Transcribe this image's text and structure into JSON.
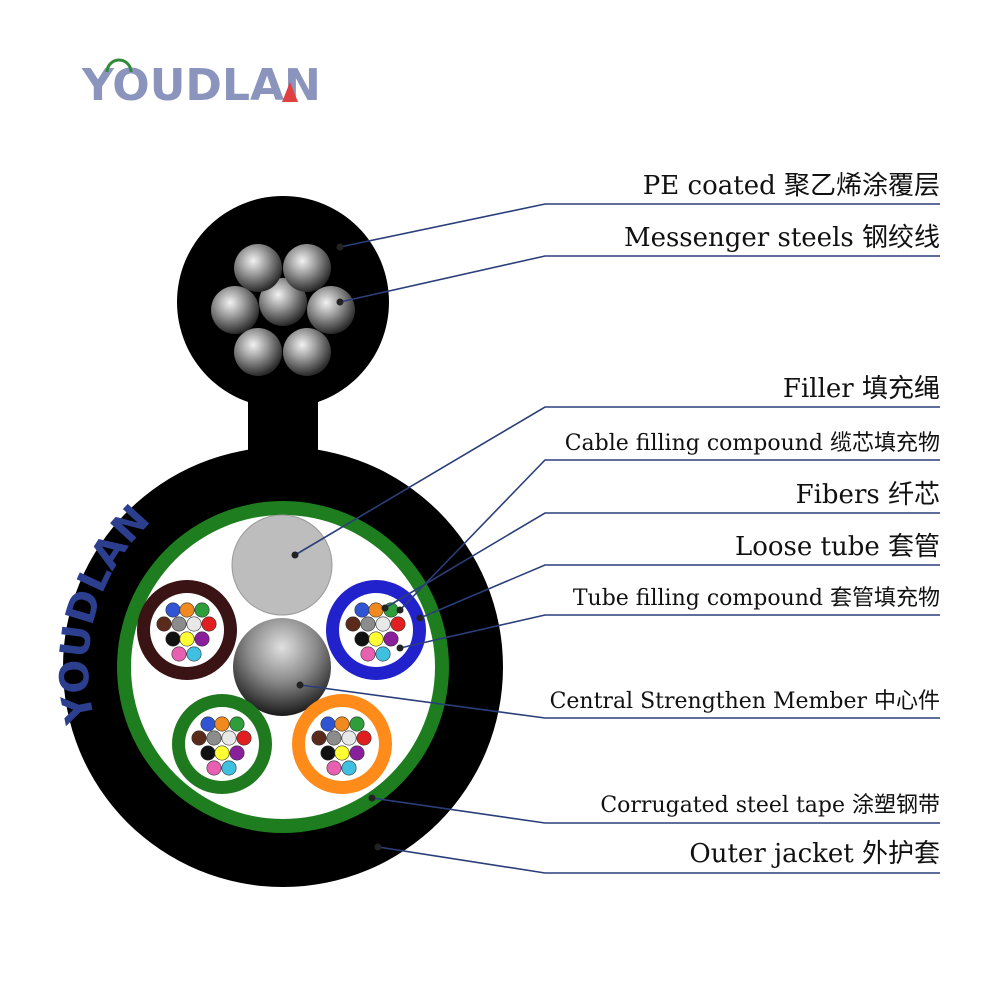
{
  "brand": {
    "logo_text": "YOUDLAN",
    "logo_color": "#8a94bd",
    "accent_red": "#e04040",
    "accent_green": "#2f8a3a",
    "jacket_logo_color": "#2c3f8f"
  },
  "labels": [
    {
      "id": "pe-coated",
      "text": "PE coated 聚乙烯涂覆层"
    },
    {
      "id": "messenger-steels",
      "text": "Messenger steels 钢绞线"
    },
    {
      "id": "filler",
      "text": "Filler 填充绳"
    },
    {
      "id": "cable-filling-compound",
      "text": "Cable filling compound 缆芯填充物"
    },
    {
      "id": "fibers",
      "text": "Fibers 纤芯"
    },
    {
      "id": "loose-tube",
      "text": "Loose tube 套管"
    },
    {
      "id": "tube-filling-compound",
      "text": "Tube filling compound 套管填充物"
    },
    {
      "id": "central-strength-member",
      "text": "Central Strengthen Member 中心件"
    },
    {
      "id": "corrugated-steel-tape",
      "text": "Corrugated steel tape 涂塑钢带"
    },
    {
      "id": "outer-jacket",
      "text": "Outer jacket 外护套"
    }
  ],
  "colors": {
    "jacket": "#000000",
    "steel_tape": "#1e7d1e",
    "filler": "#bdbdbd",
    "tube_colors": [
      "#3a1414",
      "#2222cc",
      "#1f7a1f",
      "#ff8c1a"
    ],
    "fiber_colors": [
      "#2f55d4",
      "#f08a1e",
      "#2e9e3a",
      "#5a2b1b",
      "#8c8c8c",
      "#e8e8e8",
      "#e02020",
      "#111111",
      "#ffff33",
      "#8a1f9c",
      "#e860b0",
      "#40c0e0"
    ],
    "leader_line": "#2a3f7a"
  }
}
